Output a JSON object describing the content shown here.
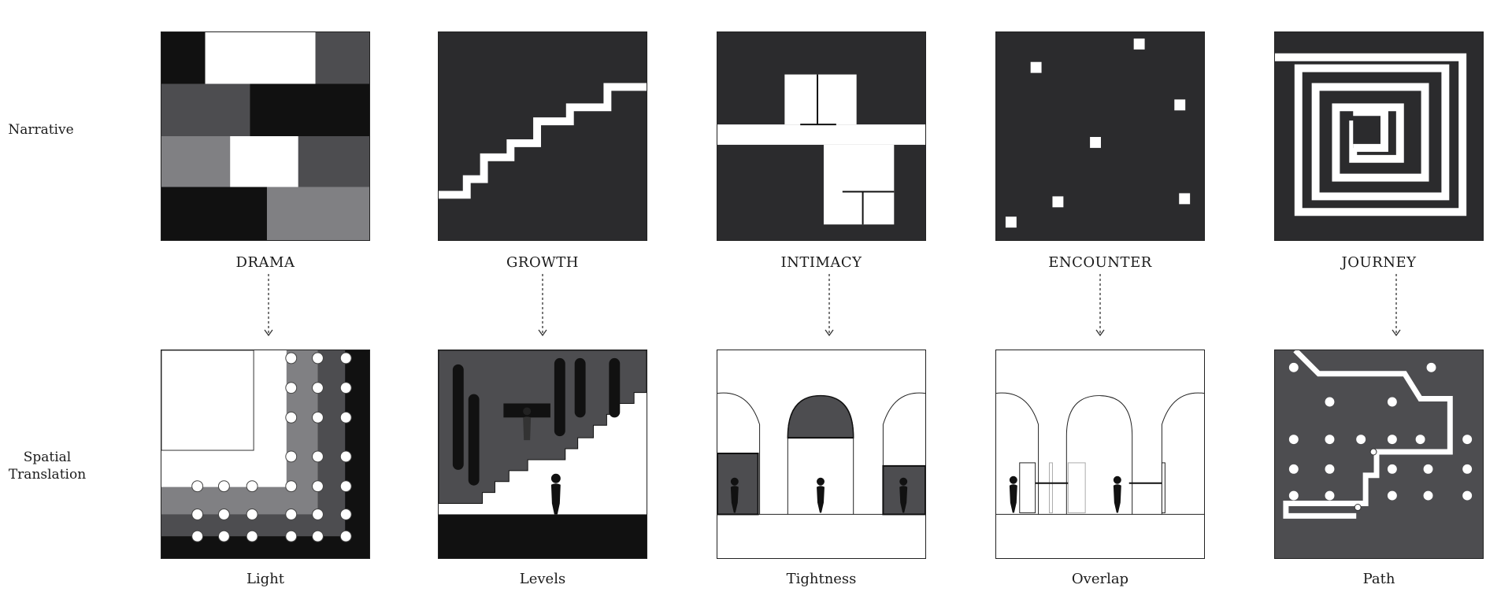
{
  "row_labels": {
    "narrative": "Narrative",
    "spatial_line1": "Spatial",
    "spatial_line2": "Translation"
  },
  "columns": [
    {
      "concept": "DRAMA",
      "translation": "Light"
    },
    {
      "concept": "GROWTH",
      "translation": "Levels"
    },
    {
      "concept": "INTIMACY",
      "translation": "Tightness"
    },
    {
      "concept": "ENCOUNTER",
      "translation": "Overlap"
    },
    {
      "concept": "JOURNEY",
      "translation": "Path"
    }
  ],
  "colors": {
    "dark": "#2b2b2d",
    "mid": "#4d4d50",
    "light_grey": "#808083",
    "black": "#111111",
    "white": "#ffffff"
  }
}
